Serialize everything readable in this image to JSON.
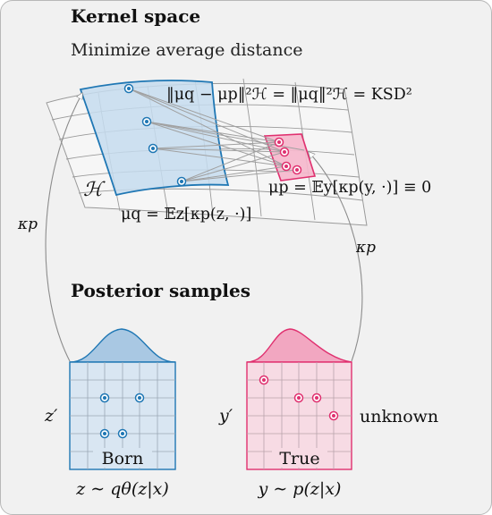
{
  "kernel_space": {
    "title": "Kernel space",
    "subtitle": "Minimize average distance",
    "equation_ksd": "‖μq − μp‖²ℋ = ‖μq‖²ℋ = KSD²",
    "hilbert_label": "ℋ",
    "mu_q_label": "μq = 𝔼z[κp(z, ·)]",
    "mu_p_label": "μp = 𝔼y[κp(y, ·)] ≡ 0"
  },
  "mapping": {
    "left_kernel_label": "κp",
    "right_kernel_label": "κp"
  },
  "posterior_samples": {
    "title": "Posterior samples",
    "left_box": {
      "axis_label": "z′",
      "name": "Born",
      "distribution": "z ∼ qθ(z|x)"
    },
    "right_box": {
      "axis_label": "y′",
      "name": "True",
      "distribution": "y ∼ p(z|x)",
      "side_label": "unknown"
    }
  },
  "colors": {
    "panel_bg": "#f1f1f1",
    "blue": "#1f77b4",
    "blue_fill": "#c6dcef",
    "blue_box": "#d9e6f2",
    "pink": "#e0306f",
    "pink_fill": "#f6b7cc",
    "pink_box": "#f7dbe4",
    "grid": "#9a9a9a",
    "arrow_gray": "#8c8c8c"
  }
}
